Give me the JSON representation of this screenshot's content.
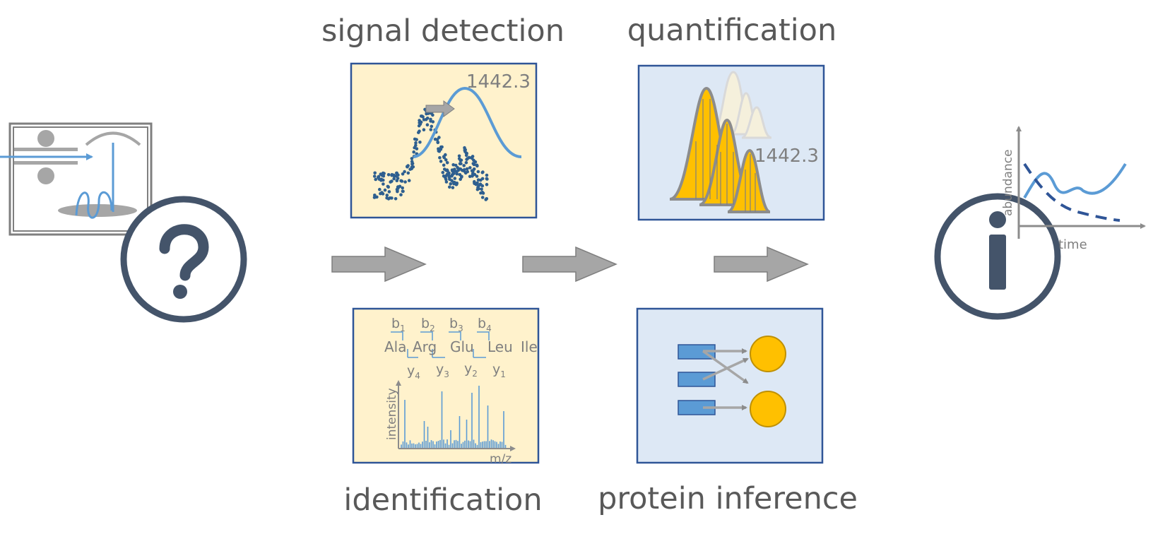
{
  "stages": {
    "signal_detection": {
      "title": "signal detection",
      "mz": "1442.3"
    },
    "quantification": {
      "title": "quantification",
      "mz": "1442.3"
    },
    "identification": {
      "title": "identification",
      "b_ions": [
        "b",
        "b",
        "b",
        "b"
      ],
      "b_subs": [
        "1",
        "2",
        "3",
        "4"
      ],
      "residues": [
        "Ala",
        "Arg",
        "Glu",
        "Leu",
        "Ile"
      ],
      "y_ions": [
        "y",
        "y",
        "y",
        "y"
      ],
      "y_subs": [
        "4",
        "3",
        "2",
        "1"
      ],
      "ylabel": "intensity",
      "xlabel": "m/z"
    },
    "protein_inference": {
      "title": "protein inference"
    }
  },
  "result": {
    "ylabel": "abundance",
    "xlabel": "time"
  },
  "icons": {
    "input": "question-mark-icon",
    "output": "info-icon",
    "instrument": "mass-spectrometer-icon",
    "flow": "arrow-right-icon"
  },
  "colors": {
    "yellow_panel": "#fff2cc",
    "blue_panel": "#dde8f5",
    "panel_border": "#2f5597",
    "navy": "#44546a",
    "signal_blue": "#5b9bd5",
    "gold": "#ffc000",
    "gray": "#8c8c8c"
  }
}
